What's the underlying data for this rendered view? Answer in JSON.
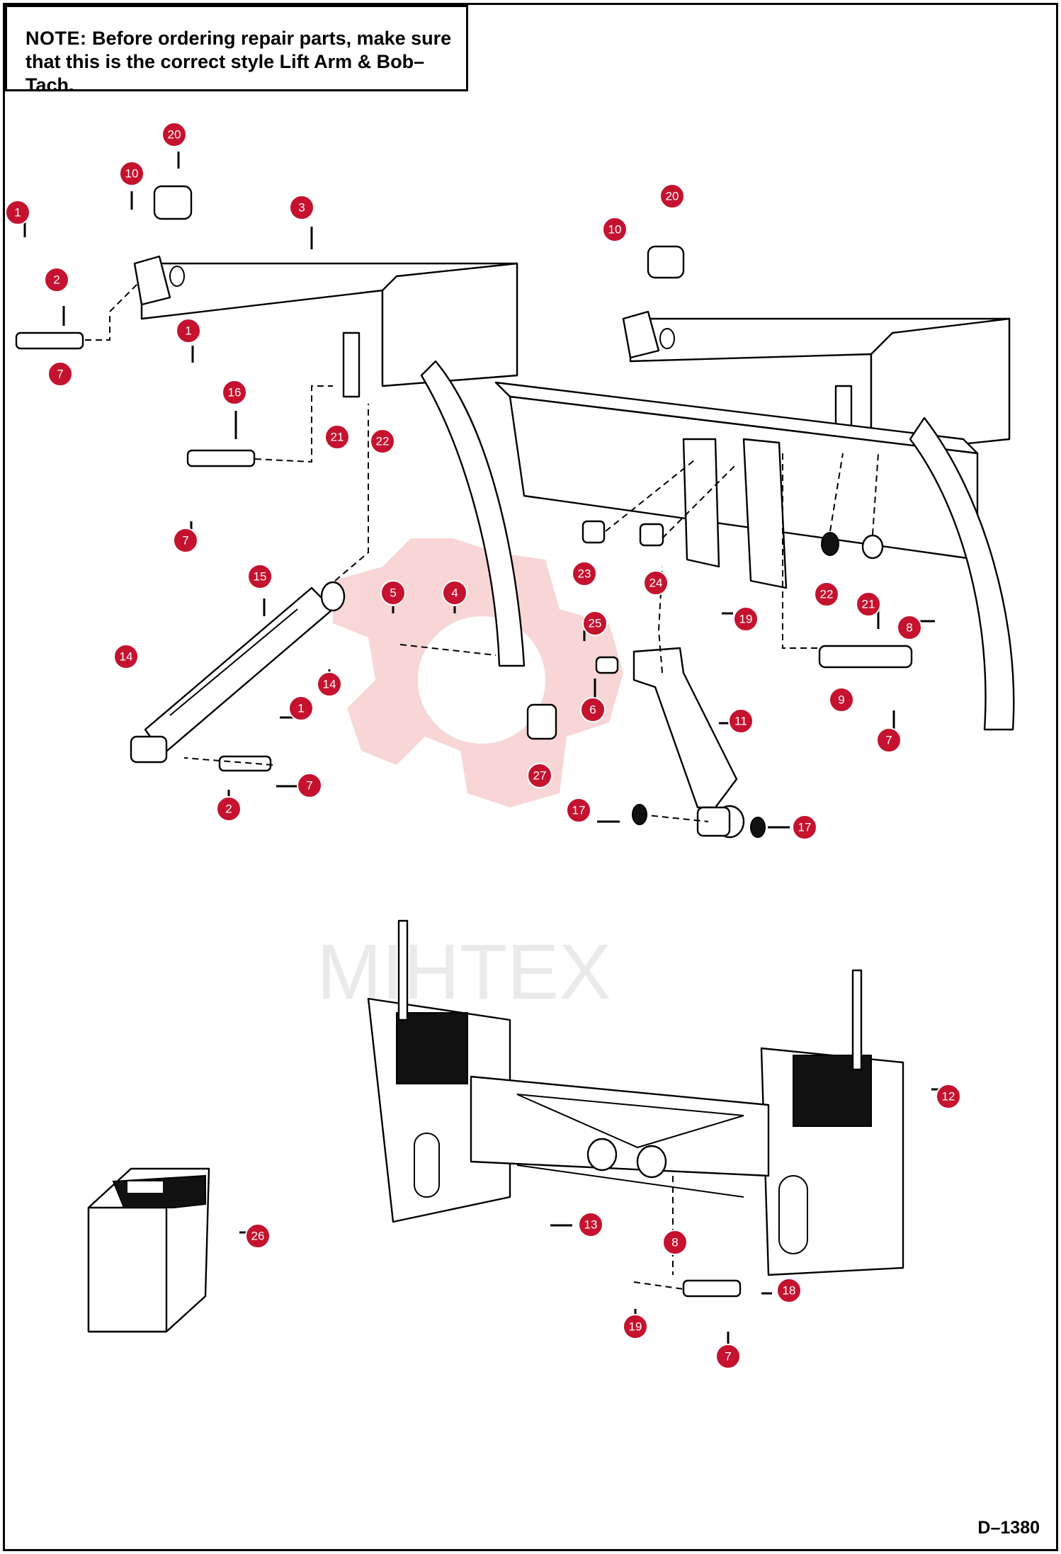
{
  "note": {
    "label": "NOTE:",
    "text_line1": "Before ordering repair parts, make sure",
    "text_line2": "that this is the correct style Lift Arm & Bob–Tach."
  },
  "drawing_number": "D–1380",
  "watermark_text": "MIHTEX",
  "callouts": [
    "1",
    "2",
    "7",
    "10",
    "20",
    "3",
    "1",
    "16",
    "7",
    "21",
    "22",
    "15",
    "14",
    "14",
    "1",
    "2",
    "7",
    "5",
    "4",
    "25",
    "6",
    "27",
    "23",
    "24",
    "22",
    "21",
    "20",
    "10",
    "8",
    "9",
    "7",
    "19",
    "11",
    "17",
    "17",
    "12",
    "26",
    "13",
    "8",
    "18",
    "19",
    "7"
  ],
  "colors": {
    "callout_fill": "#c4122f",
    "watermark": "#f4b6b6",
    "ink": "#000000"
  }
}
